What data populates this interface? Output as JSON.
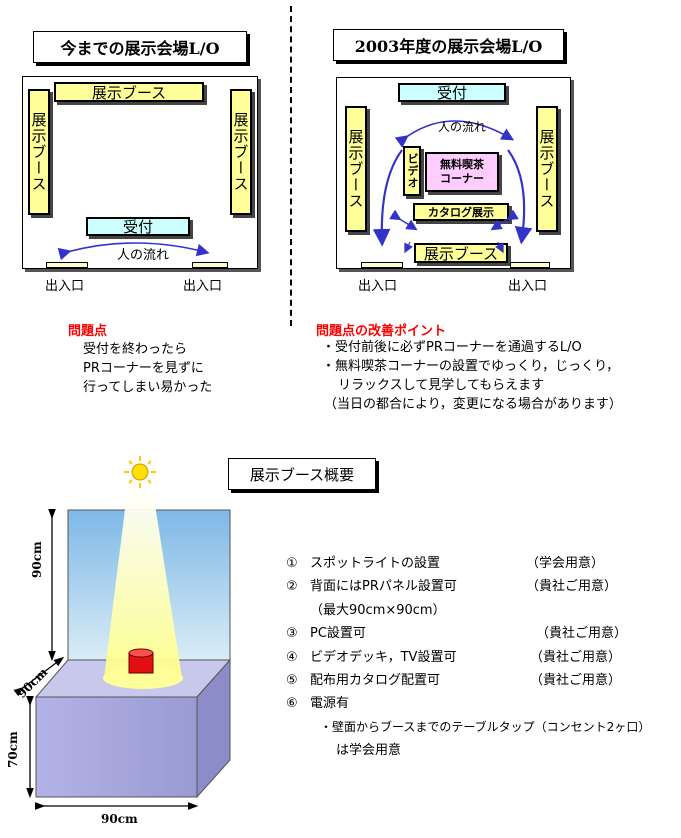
{
  "old_layout": {
    "title": "今までの展示会場L/O",
    "booth": "展示ブース",
    "reception": "受付",
    "flow": "人の流れ",
    "entrance": "出入口",
    "problem_heading": "問題点",
    "problem_lines": [
      "受付を終わったら",
      "PRコーナーを見ずに",
      "行ってしまい易かった"
    ]
  },
  "new_layout": {
    "title": "2003年度の展示会場L/O",
    "reception": "受付",
    "booth": "展示ブース",
    "flow": "人の流れ",
    "video": "ビデオ",
    "cafe_line1": "無料喫茶",
    "cafe_line2": "コーナー",
    "catalog": "カタログ展示",
    "entrance": "出入口",
    "improvement_heading": "問題点の改善ポイント",
    "improvement_lines": [
      "・受付前後に必ずPRコーナーを通過するL/O",
      "・無料喫茶コーナーの設置でゆっくり，じっくり，",
      "リラックスして見学してもらえます",
      "（当日の都合により，変更になる場合があります）"
    ]
  },
  "overview": {
    "title": "展示ブース概要",
    "dim_90_top": "90cm",
    "dim_90_depth": "90cm",
    "dim_70": "70cm",
    "dim_90_bottom": "90cm",
    "items": [
      {
        "no": "①",
        "text": "スポットライトの設置",
        "note": "（学会用意）"
      },
      {
        "no": "②",
        "text": "背面にはPRパネル設置可",
        "note": "（貴社ご用意）"
      },
      {
        "no": "",
        "text": "（最大90cm×90cm）",
        "note": ""
      },
      {
        "no": "③",
        "text": "PC設置可",
        "note": "（貴社ご用意）"
      },
      {
        "no": "④",
        "text": "ビデオデッキ，TV設置可",
        "note": "（貴社ご用意）"
      },
      {
        "no": "⑤",
        "text": "配布用カタログ配置可",
        "note": "（貴社ご用意）"
      },
      {
        "no": "⑥",
        "text": "電源有",
        "note": ""
      }
    ],
    "power_lines": [
      "・壁面からブースまでのテーブルタップ（コンセント2ヶ口）",
      "は学会用意"
    ]
  },
  "colors": {
    "booth_yellow": "#ffff99",
    "reception_cyan": "#ccffff",
    "cafe_pink": "#ffccff",
    "flow_arrow": "#3333cc",
    "problem_red": "#ff0000",
    "backdrop_blue": "#99ccee",
    "spot_light": "#ffff99",
    "table_lavender": "#ccccff"
  },
  "icons": [
    "sun-icon",
    "flow-arrow-icon",
    "dimension-arrow-icon"
  ]
}
